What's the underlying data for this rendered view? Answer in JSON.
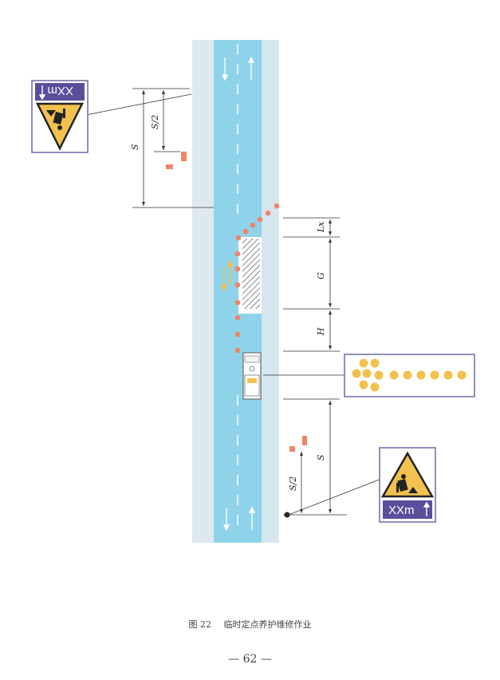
{
  "labels": {
    "s_top": "S",
    "s_half_top": "S/2",
    "lx": "Lx",
    "g": "G",
    "h": "H",
    "s_bottom": "S",
    "s_half_bottom": "S/2"
  },
  "signs": {
    "top_distance": "XXm",
    "bottom_distance": "XXm"
  },
  "caption": {
    "figure_no": "图 22",
    "title": "临时定点养护维修作业"
  },
  "page_number": "— 62 —",
  "colors": {
    "road": "#8fd3ea",
    "shoulder": "#dde9ef",
    "cone": "#f0846a",
    "sign_purple": "#5a4f9a",
    "arrow_panel": "#f2c14e",
    "work_zone": "#ffffff"
  }
}
